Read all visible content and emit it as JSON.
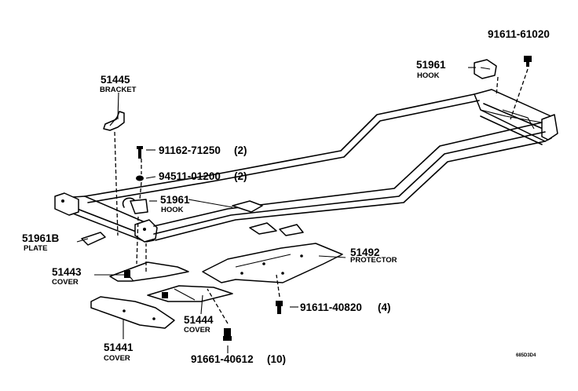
{
  "parts": {
    "bolt_top": {
      "number": "91611-61020"
    },
    "hook_rear": {
      "number": "51961",
      "name": "HOOK"
    },
    "bracket": {
      "number": "51445",
      "name": "BRACKET"
    },
    "bolt_bracket": {
      "number": "91162-71250",
      "qty": "(2)"
    },
    "nut_bracket": {
      "number": "94511-01200",
      "qty": "(2)"
    },
    "hook_front": {
      "number": "51961",
      "name": "HOOK"
    },
    "plate": {
      "number": "51961B",
      "name": "PLATE"
    },
    "protector": {
      "number": "51492",
      "name": "PROTECTOR"
    },
    "cover_51443": {
      "number": "51443",
      "name": "COVER"
    },
    "bolt_protector": {
      "number": "91611-40820",
      "qty": "(4)"
    },
    "cover_51444": {
      "number": "51444",
      "name": "COVER"
    },
    "cover_51441": {
      "number": "51441",
      "name": "COVER"
    },
    "bolt_cover": {
      "number": "91661-40612",
      "qty": "(10)"
    }
  },
  "figure_code": "685D3D4"
}
